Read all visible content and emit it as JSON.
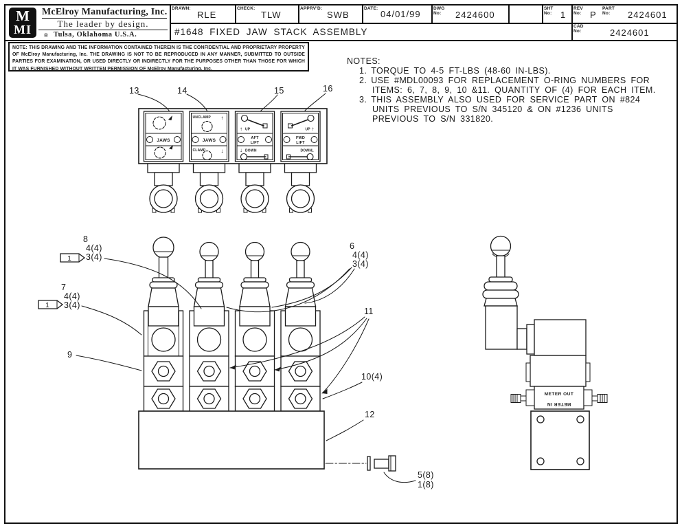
{
  "title_block": {
    "logo_top": "M",
    "logo_bottom": "MI",
    "company": "McElroy Manufacturing, Inc.",
    "tagline": "The leader by design.",
    "registered_mark": "®",
    "location": "Tulsa, Oklahoma U.S.A.",
    "drawn_label": "DRAWN:",
    "drawn_value": "RLE",
    "check_label": "CHECK:",
    "check_value": "TLW",
    "approved_label": "APPRV'D:",
    "approved_value": "SWB",
    "date_label": "DATE:",
    "date_value": "04/01/99",
    "dwg_label": "DWG",
    "sht_label": "SHT",
    "rev_label": "REV",
    "part_label": "PART",
    "cad_label": "CAD",
    "no_label": "No:",
    "dwg_value": "2424600",
    "sht_value": "1",
    "rev_value": "P",
    "part_value": "2424601",
    "cad_value": "2424601",
    "drawing_title": "#1648 FIXED JAW STACK ASSEMBLY"
  },
  "confidentiality_note": "NOTE: THIS DRAWING AND THE INFORMATION CONTAINED THEREIN IS THE CONFIDENTIAL AND PROPRIETARY PROPERTY OF McElroy Manufacturing, Inc. THE DRAWING IS NOT TO BE REPRODUCED IN ANY MANNER, SUBMITTED TO OUTSIDE PARTIES FOR EXAMINATION, OR USED DIRECTLY OR INDIRECTLY FOR THE PURPOSES OTHER THAN THOSE FOR WHICH IT WAS FURNISHED WITHOUT WRITTEN PERMISSION OF McElroy Manufacturing, Inc.",
  "notes": {
    "heading": "NOTES:",
    "items": [
      {
        "num": "1.",
        "lines": [
          "TORQUE TO 4-5 FT-LBS (48-60 IN-LBS)."
        ]
      },
      {
        "num": "2.",
        "lines": [
          "USE #MDL00093 FOR REPLACEMENT O-RING NUMBERS FOR",
          "ITEMS: 6, 7, 8, 9, 10 &11. QUANTITY OF (4) FOR EACH ITEM."
        ]
      },
      {
        "num": "3.",
        "lines": [
          "THIS ASSEMBLY ALSO USED FOR SERVICE PART ON #824",
          "UNITS PREVIOUS TO S/N 345120 & ON #1236 UNITS",
          "PREVIOUS TO S/N 331820."
        ]
      }
    ]
  },
  "plates": [
    {
      "item": "13",
      "middle1": "JAWS"
    },
    {
      "item": "14",
      "top": "UNCLAMP",
      "top_arrow": "↑",
      "middle1": "JAWS",
      "bottom": "CLAMP",
      "bottom_arrow": "↓"
    },
    {
      "item": "15",
      "top": "UP",
      "top_arrow": "↑",
      "middle1": "AFT",
      "middle2": "LIFT",
      "bottom": "DOWN",
      "bottom_arrow": "↓"
    },
    {
      "item": "16",
      "top": "UP",
      "top_arrow": "↑",
      "middle1": "FWD",
      "middle2": "LIFT",
      "bottom": "DOWN",
      "bottom_arrow": "↓"
    }
  ],
  "callouts": {
    "flag_top": {
      "flag": "1",
      "line1": "8",
      "line2": "4(4)",
      "line3": "3(4)"
    },
    "flag_mid": {
      "flag": "1",
      "line1": "7",
      "line2": "4(4)",
      "line3": "3(4)"
    },
    "item9": "9",
    "group6": {
      "line1": "6",
      "line2": "4(4)",
      "line3": "3(4)"
    },
    "item11": "11",
    "item10": "10(4)",
    "item12": "12",
    "bolt_line1": "5(8)",
    "bolt_line2": "1(8)"
  },
  "side_view": {
    "meter_out": "METER OUT",
    "meter_in": "METER IN"
  },
  "colors": {
    "ink": "#1a1a1a",
    "paper": "#ffffff"
  }
}
